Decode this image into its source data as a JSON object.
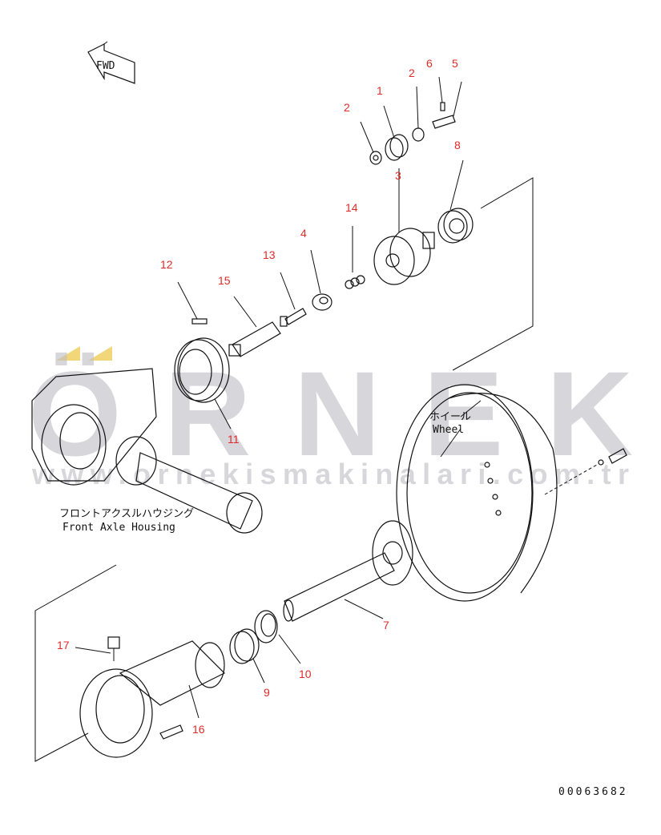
{
  "fwd_label": "FWD",
  "callouts": [
    {
      "id": "1",
      "text": "1"
    },
    {
      "id": "2a",
      "text": "2"
    },
    {
      "id": "2b",
      "text": "2"
    },
    {
      "id": "6",
      "text": "6"
    },
    {
      "id": "5",
      "text": "5"
    },
    {
      "id": "8",
      "text": "8"
    },
    {
      "id": "3",
      "text": "3"
    },
    {
      "id": "14",
      "text": "14"
    },
    {
      "id": "4",
      "text": "4"
    },
    {
      "id": "13",
      "text": "13"
    },
    {
      "id": "12",
      "text": "12"
    },
    {
      "id": "15",
      "text": "15"
    },
    {
      "id": "11",
      "text": "11"
    },
    {
      "id": "7",
      "text": "7"
    },
    {
      "id": "10",
      "text": "10"
    },
    {
      "id": "9",
      "text": "9"
    },
    {
      "id": "16",
      "text": "16"
    },
    {
      "id": "17",
      "text": "17"
    }
  ],
  "labels": {
    "wheel_jp": "ホイール",
    "wheel_en": "Wheel",
    "housing_jp": "フロントアクスルハウジング",
    "housing_en": "Front Axle Housing"
  },
  "drawing_number": "00063682",
  "watermark": {
    "brand": "ÖRNEK",
    "url": "www.ornekismakinalari.com.tr",
    "accent_color": "#f2d77a"
  }
}
